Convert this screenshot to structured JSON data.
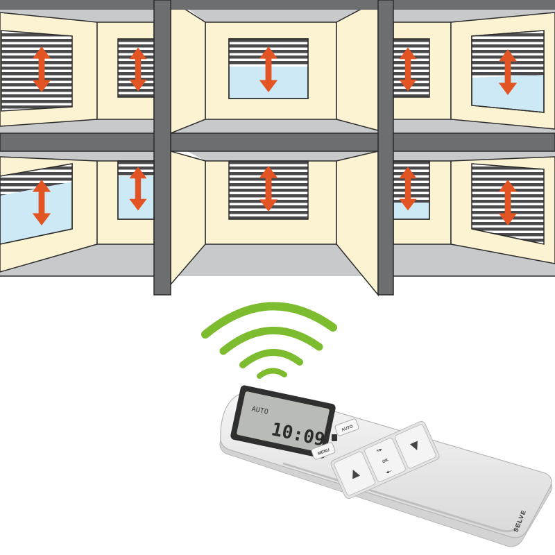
{
  "colors": {
    "wall": "#fbf3d2",
    "frame": "#6d6e70",
    "floor": "#c8c9cb",
    "glass": "#cde9f5",
    "slat": "#4a4a4c",
    "arrow": "#e35424",
    "signal": "#7dbc2e",
    "remote_body": "#ededed",
    "lcd": "#b9bcb6"
  },
  "icons": {
    "arrow": "up-down-arrow-icon",
    "signal": "wireless-signal-icon"
  },
  "rooms": [
    {
      "name": "top-left",
      "blind_closed": 1.0
    },
    {
      "name": "top-center",
      "blind_closed": 0.45
    },
    {
      "name": "top-right",
      "blind_closed": 0.6
    },
    {
      "name": "bottom-left",
      "blind_closed": 0.3
    },
    {
      "name": "bottom-center",
      "blind_closed": 1.0
    },
    {
      "name": "bottom-right",
      "blind_closed": 1.0
    }
  ],
  "remote": {
    "display": {
      "mode": "AUTO",
      "time": "10:09"
    },
    "buttons": {
      "menu": "MENU",
      "auto": "AUTO",
      "ok": "OK"
    },
    "brand": "SELVE"
  }
}
